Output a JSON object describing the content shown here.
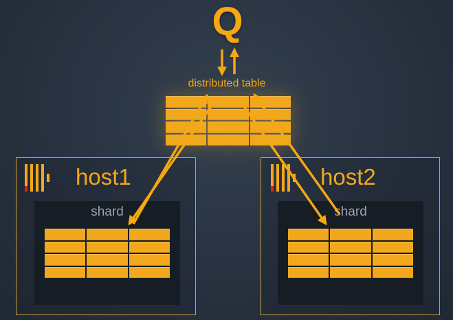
{
  "query": {
    "label": "Q"
  },
  "distributed_table": {
    "label": "distributed table",
    "rows": 4,
    "cols": 3
  },
  "hosts": [
    {
      "label": "host1",
      "shard_label": "shard"
    },
    {
      "label": "host2",
      "shard_label": "shard"
    }
  ],
  "colors": {
    "accent": "#f2a81c",
    "logo_red": "#e0201a",
    "background": "#283240",
    "shard_text": "#9aa3ae"
  }
}
